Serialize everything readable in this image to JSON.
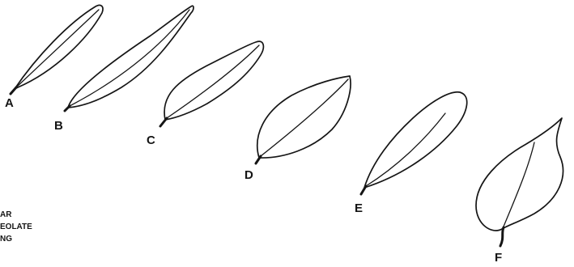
{
  "leaves": [
    {
      "label": "A",
      "shape": "linear"
    },
    {
      "label": "B",
      "shape": "linear"
    },
    {
      "label": "C",
      "shape": "oblong"
    },
    {
      "label": "D",
      "shape": "ovate"
    },
    {
      "label": "E",
      "shape": "lanceolate"
    },
    {
      "label": "F",
      "shape": "cordate"
    }
  ],
  "legend": {
    "lines": [
      "AR",
      "EOLATE",
      "NG"
    ]
  },
  "colors": {
    "ink": "#151515",
    "background": "#ffffff"
  }
}
